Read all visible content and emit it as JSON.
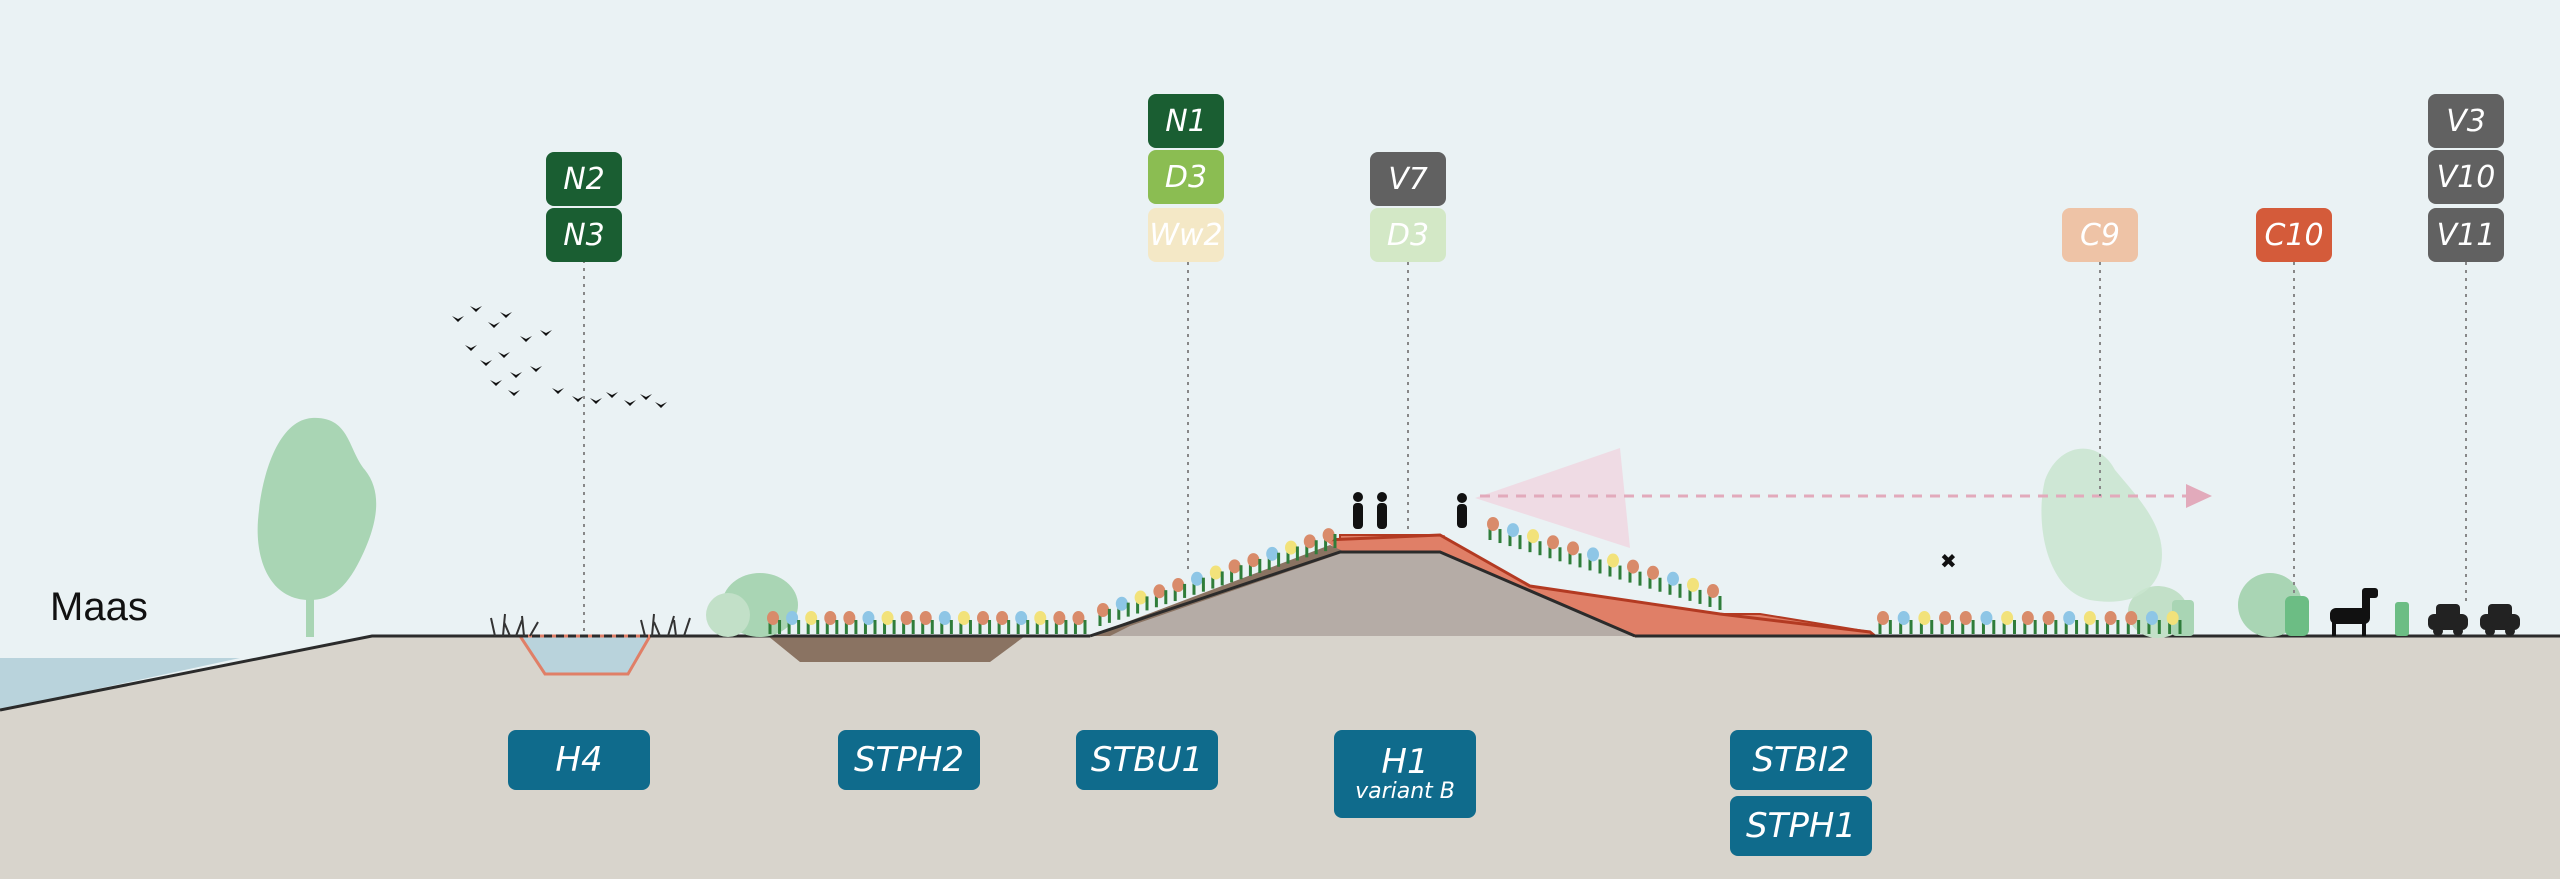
{
  "river_label": "Maas",
  "top_tags": {
    "n2": "N2",
    "n3": "N3",
    "n1": "N1",
    "d3a": "D3",
    "ww2": "Ww2",
    "v7": "V7",
    "d3b": "D3",
    "c9": "C9",
    "c10": "C10",
    "v3": "V3",
    "v10": "V10",
    "v11": "V11"
  },
  "bottom_tags": {
    "h4": "H4",
    "stph2": "STPH2",
    "stbu1": "STBU1",
    "h1": "H1",
    "h1_sub": "variant B",
    "stbi2": "STBI2",
    "stph1": "STPH1"
  },
  "colors": {
    "sky": "#eaf2f4",
    "ground": "#d8d4cc",
    "river": "#b9d3dc",
    "dike_core": "#b5aca6",
    "dike_outer": "#e07f67",
    "outline": "#2b2b2b",
    "tag_blue": "#0f6b8c",
    "tag_dark_green": "#1a5e32",
    "tag_grey": "#616161",
    "tag_orange": "#d45b3a",
    "tree": "#a9d5b4"
  }
}
